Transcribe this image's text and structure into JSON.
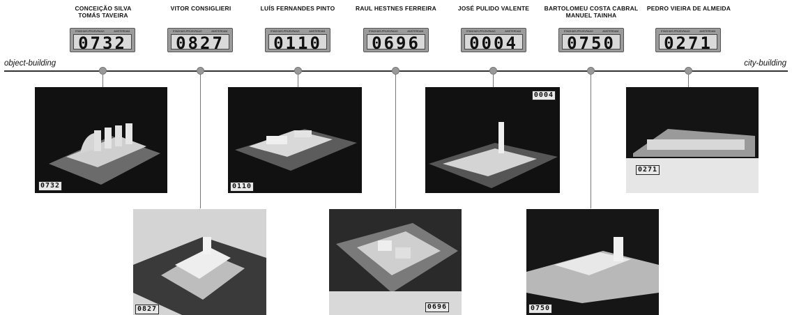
{
  "axis": {
    "left_label": "object-building",
    "right_label": "city-building"
  },
  "plate_caption": {
    "left": "STADHUIS-PRIJSVRAAG",
    "right": "AMSTERDAM"
  },
  "entries": [
    {
      "name_lines": [
        "CONCEIÇÃO SILVA",
        "TOMÁS TAVEIRA"
      ],
      "number": "0732"
    },
    {
      "name_lines": [
        "VITOR CONSIGLIERI"
      ],
      "number": "0827"
    },
    {
      "name_lines": [
        "LUÍS FERNANDES PINTO"
      ],
      "number": "0110"
    },
    {
      "name_lines": [
        "RAUL HESTNES FERREIRA"
      ],
      "number": "0696"
    },
    {
      "name_lines": [
        "JOSÉ PULIDO VALENTE"
      ],
      "number": "0004"
    },
    {
      "name_lines": [
        "BARTOLOMEU COSTA CABRAL",
        "MANUEL TAINHA"
      ],
      "number": "0750"
    },
    {
      "name_lines": [
        "PEDRO VIEIRA DE ALMEIDA"
      ],
      "number": "0271"
    }
  ]
}
